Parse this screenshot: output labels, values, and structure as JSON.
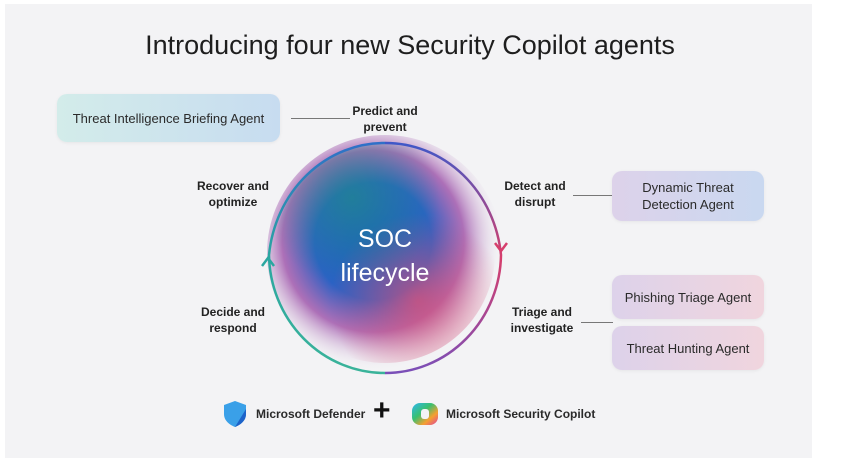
{
  "title": "Introducing four new Security Copilot agents",
  "center": {
    "line1": "SOC",
    "line2": "lifecycle"
  },
  "stages": {
    "predict": [
      "Predict and",
      "prevent"
    ],
    "detect": [
      "Detect and",
      "disrupt"
    ],
    "triage": [
      "Triage and",
      "investigate"
    ],
    "decide": [
      "Decide and",
      "respond"
    ],
    "recover": [
      "Recover and",
      "optimize"
    ]
  },
  "agents": {
    "briefing": "Threat Intelligence Briefing Agent",
    "dynamic": [
      "Dynamic Threat",
      "Detection Agent"
    ],
    "phishing": "Phishing Triage Agent",
    "hunting": "Threat Hunting Agent"
  },
  "footer": {
    "defender": "Microsoft Defender",
    "plus": "+",
    "copilot": "Microsoft Security Copilot"
  }
}
